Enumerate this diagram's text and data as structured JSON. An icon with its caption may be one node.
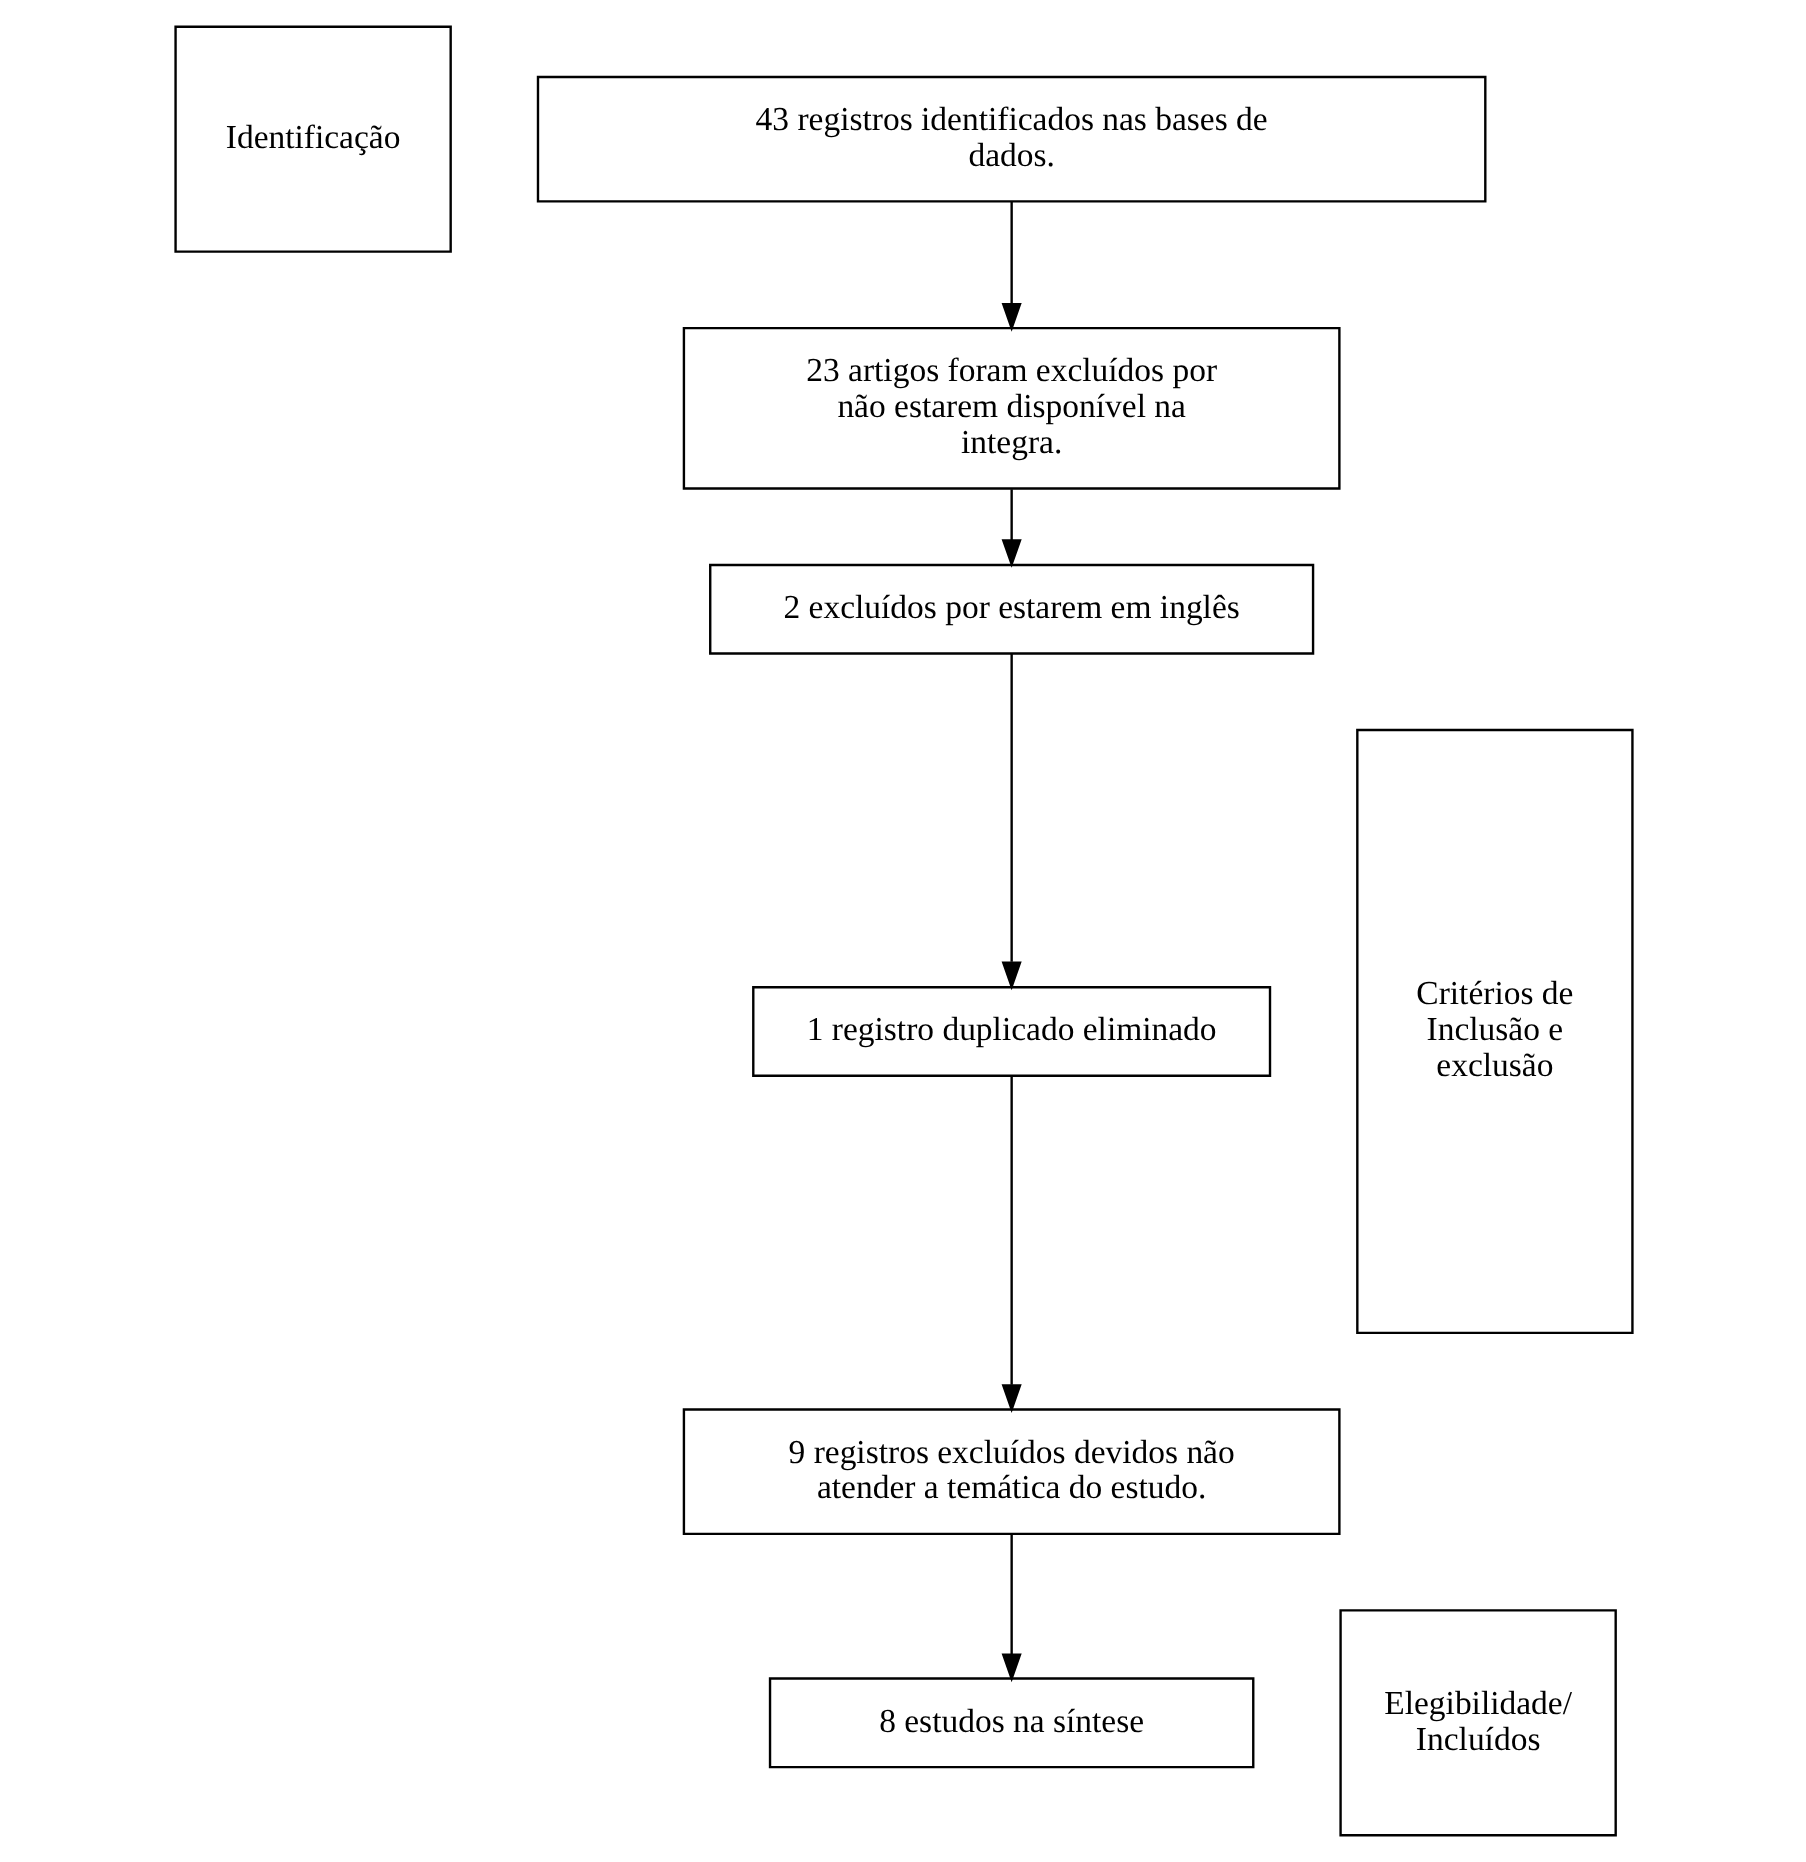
{
  "diagram": {
    "nodes": [
      {
        "text": [
          "Identificação"
        ]
      },
      {
        "text": [
          "43 registros identificados nas bases de dados."
        ]
      },
      {
        "text": [
          "Critérios de Inclusão e exclusão"
        ]
      },
      {
        "text": [
          "23 artigos foram excluídos por não estarem disponível na integra."
        ]
      },
      {
        "text": [
          "2 excluídos por estarem em inglês"
        ]
      },
      {
        "text": [
          "1 registro duplicado eliminado"
        ]
      },
      {
        "text": [
          "9 registros excluídos devidos não atender a temática do estudo."
        ]
      },
      {
        "text": [
          "Elegibilidade/ Incluídos"
        ]
      },
      {
        "text": [
          "8 estudos na síntese"
        ]
      }
    ],
    "edges": [
      {
        "from": 1,
        "to": 3,
        "arrow": "to"
      },
      {
        "from": 3,
        "to": 4,
        "arrow": "to"
      },
      {
        "from": 4,
        "to": 5,
        "arrow": "to"
      },
      {
        "from": 5,
        "to": 6,
        "arrow": "to"
      },
      {
        "from": 6,
        "to": 8,
        "arrow": "to"
      }
    ]
  }
}
